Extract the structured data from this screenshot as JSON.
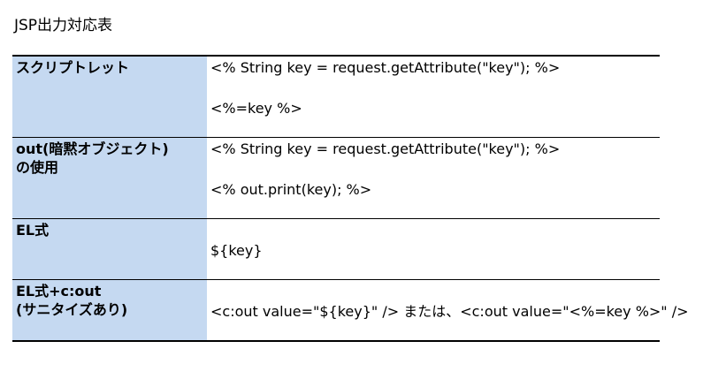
{
  "title": "JSP出力対応表",
  "rows": [
    {
      "method": [
        "スクリプトレット"
      ],
      "code": [
        "<% String key = request.getAttribute(\"key\"); %>",
        "<%=key %>"
      ]
    },
    {
      "method": [
        "out(暗黙オブジェクト)",
        "の使用"
      ],
      "code": [
        "<% String key = request.getAttribute(\"key\"); %>",
        "<% out.print(key); %>"
      ]
    },
    {
      "method": [
        "EL式"
      ],
      "code": [
        "${key}"
      ]
    },
    {
      "method": [
        "EL式+c:out",
        "(サニタイズあり)"
      ],
      "code": [
        "<c:out value=\"${key}\" /> または、<c:out value=\"<%=key %>\" />"
      ]
    }
  ],
  "colors": {
    "header_fill": "#c5d9f1",
    "rule": "#000000"
  }
}
